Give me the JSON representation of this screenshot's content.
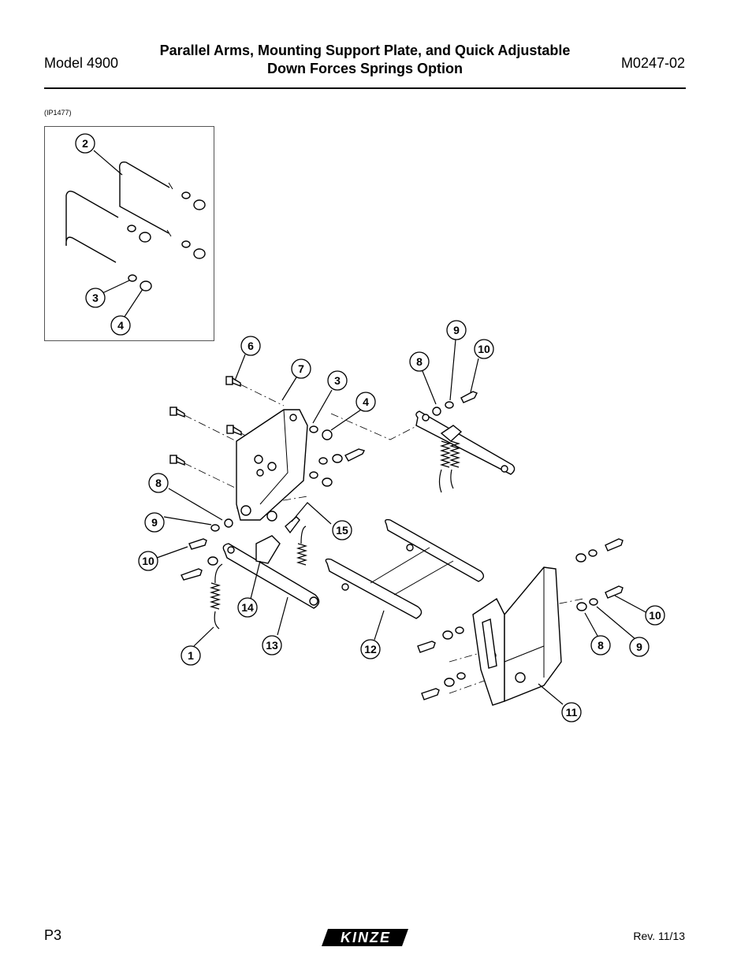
{
  "header": {
    "model": "Model 4900",
    "title_line1": "Parallel Arms, Mounting Support Plate, and Quick Adjustable",
    "title_line2": "Down Forces Springs Option",
    "doc_number": "M0247-02"
  },
  "figure": {
    "id": "(IP1477)",
    "callouts": [
      "1",
      "2",
      "3",
      "3",
      "4",
      "4",
      "6",
      "7",
      "8",
      "8",
      "8",
      "9",
      "9",
      "9",
      "10",
      "10",
      "10",
      "11",
      "12",
      "13",
      "14",
      "15"
    ]
  },
  "footer": {
    "page": "P3",
    "brand": "KINZE",
    "revision": "Rev. 11/13"
  }
}
